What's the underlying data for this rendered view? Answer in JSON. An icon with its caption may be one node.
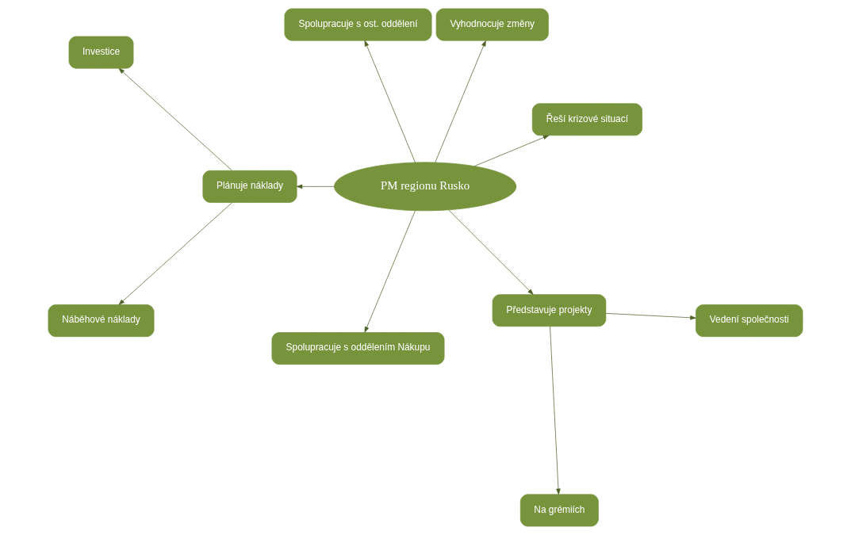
{
  "diagram": {
    "nodes": [
      {
        "text": [
          "PM regionu Rusko"
        ]
      },
      {
        "text": [
          "Řeší krizové situací"
        ]
      },
      {
        "text": [
          "Vyhodnocuje změny"
        ]
      },
      {
        "text": [
          "Spolupracuje s ost. oddělení"
        ]
      },
      {
        "text": [
          "Plánuje náklady"
        ]
      },
      {
        "text": [
          "Investice"
        ]
      },
      {
        "text": [
          "Náběhové náklady"
        ]
      },
      {
        "text": [
          "Spolupracuje s oddělením Nákupu"
        ]
      },
      {
        "text": [
          "Představuje projekty"
        ]
      },
      {
        "text": [
          "Na grémiích"
        ]
      },
      {
        "text": [
          "Vedení společnosti"
        ]
      }
    ],
    "edges": [
      {
        "from": 0,
        "to": 1,
        "arrow": "to"
      },
      {
        "from": 0,
        "to": 2,
        "arrow": "to"
      },
      {
        "from": 0,
        "to": 3,
        "arrow": "to"
      },
      {
        "from": 0,
        "to": 4,
        "arrow": "to"
      },
      {
        "from": 4,
        "to": 5,
        "arrow": "to"
      },
      {
        "from": 4,
        "to": 6,
        "arrow": "to"
      },
      {
        "from": 0,
        "to": 7,
        "arrow": "to"
      },
      {
        "from": 0,
        "to": 8,
        "arrow": "to"
      },
      {
        "from": 8,
        "to": 9,
        "arrow": "to"
      },
      {
        "from": 8,
        "to": 10,
        "arrow": "to"
      }
    ]
  }
}
